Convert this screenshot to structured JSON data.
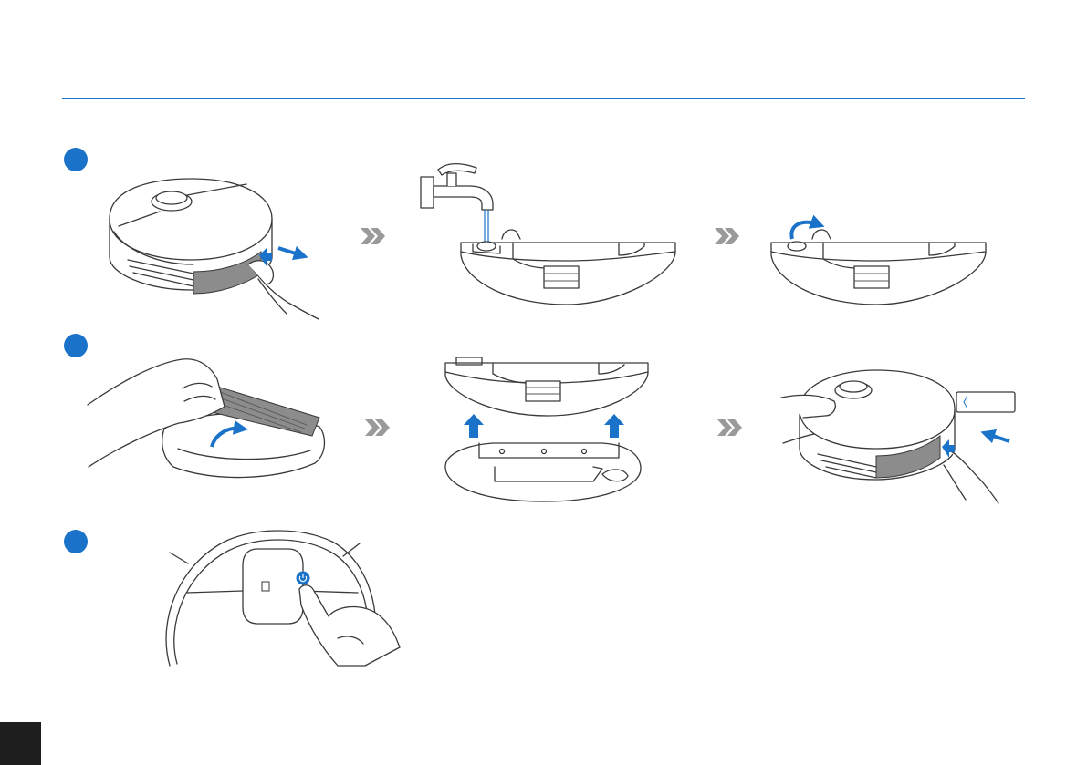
{
  "colors": {
    "accent": "#1a73c9",
    "rule": "#1a73c9",
    "chevron": "#9a9a9a",
    "filter_gray": "#8c8c8c",
    "corner_tab": "#1e1e1e"
  },
  "steps": [
    {
      "id": "step-1",
      "panels": [
        "remove-water-tank",
        "fill-water-tank",
        "close-fill-cap"
      ]
    },
    {
      "id": "step-2",
      "panels": [
        "attach-mop-cloth",
        "mount-mop-plate",
        "insert-water-tank"
      ]
    },
    {
      "id": "step-3",
      "panels": [
        "press-power-button"
      ]
    }
  ],
  "icons": {
    "next": "double-chevron-right-icon",
    "step_marker": "step-number-dot",
    "power": "power-icon",
    "arrow": "blue-arrow-icon"
  }
}
